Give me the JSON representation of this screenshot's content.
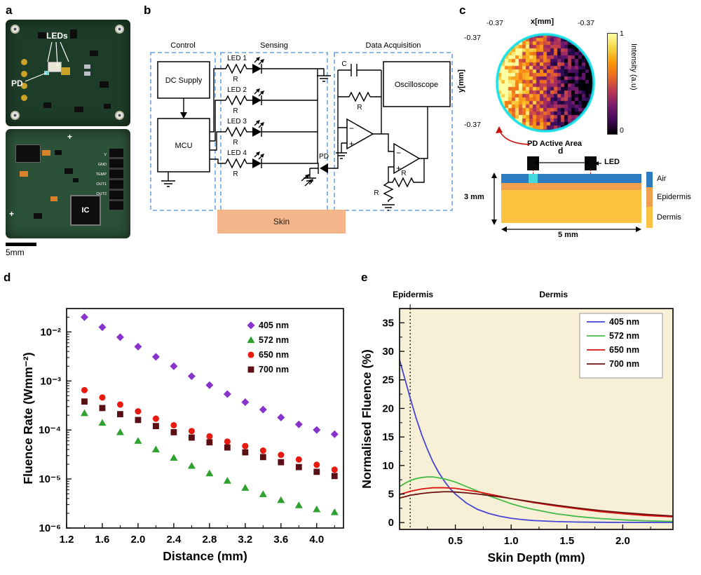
{
  "panel_letters": {
    "a": "a",
    "b": "b",
    "c": "c",
    "d": "d",
    "e": "e"
  },
  "panel_a": {
    "leds_label": "LEDs",
    "pd_label": "PD",
    "ic_label": "IC",
    "scale_label": "5mm",
    "plus_top": "+",
    "plus_bottom": "+",
    "pins": [
      "V",
      "GND",
      "TEMP",
      "OUT1",
      "OUT2"
    ]
  },
  "panel_b": {
    "control": "Control",
    "sensing": "Sensing",
    "daq": "Data Acquisition",
    "dc_supply": "DC Supply",
    "mcu": "MCU",
    "oscilloscope": "Oscilloscope",
    "leds": [
      "LED 1",
      "LED 2",
      "LED 3",
      "LED 4"
    ],
    "r": "R",
    "c": "C",
    "pd": "PD",
    "skin": "Skin",
    "minus": "−",
    "plus": "+"
  },
  "panel_c": {
    "x_axis_label": "x[mm]",
    "y_axis_label": "y[mm]",
    "x_left": "-0.37",
    "x_right": "-0.37",
    "y_top": "-0.37",
    "y_bottom": "-0.37",
    "colorbar_label": "Intensity (a.u)",
    "cb_max": "1",
    "cb_min": "0",
    "pd_area_label": "PD Active Area",
    "d_label": "d",
    "led_label": "LED",
    "height_label": "3 mm",
    "width_label": "5 mm",
    "legend": [
      "Air",
      "Epidermis",
      "Dermis"
    ],
    "legend_colors": [
      "#2d7cc1",
      "#f09f4e",
      "#fbc33f"
    ]
  },
  "chart_data": [
    {
      "id": "chart-d",
      "panel": "d",
      "type": "scatter",
      "xlabel": "Distance (mm)",
      "ylabel": "Fluence Rate (Wmm⁻²)",
      "xlim": [
        1.2,
        4.3
      ],
      "ylim": [
        1e-06,
        0.03
      ],
      "yscale": "log",
      "xticks": [
        1.2,
        1.6,
        2.0,
        2.4,
        2.8,
        3.2,
        3.6,
        4.0
      ],
      "ytick_values": [
        1e-06,
        1e-05,
        0.0001,
        0.001,
        0.01
      ],
      "ytick_labels": [
        "10⁻⁶",
        "10⁻⁵",
        "10⁻⁴",
        "10⁻³",
        "10⁻²"
      ],
      "grid": false,
      "legend_position": "top-right",
      "series": [
        {
          "name": "405 nm",
          "color": "#8833cc",
          "marker": "diamond",
          "x": [
            1.4,
            1.6,
            1.8,
            2.0,
            2.2,
            2.4,
            2.6,
            2.8,
            3.0,
            3.2,
            3.4,
            3.6,
            3.8,
            4.0,
            4.2
          ],
          "y": [
            0.02,
            0.0125,
            0.0078,
            0.005,
            0.0031,
            0.002,
            0.00125,
            0.00082,
            0.00054,
            0.00037,
            0.00026,
            0.00018,
            0.00013,
            0.0001,
            8.2e-05
          ]
        },
        {
          "name": "572 nm",
          "color": "#2fa12f",
          "marker": "triangle",
          "x": [
            1.4,
            1.6,
            1.8,
            2.0,
            2.2,
            2.4,
            2.6,
            2.8,
            3.0,
            3.2,
            3.4,
            3.6,
            3.8,
            4.0,
            4.2
          ],
          "y": [
            0.00022,
            0.00014,
            9e-05,
            6e-05,
            4e-05,
            2.7e-05,
            1.85e-05,
            1.3e-05,
            9.2e-06,
            6.6e-06,
            4.9e-06,
            3.7e-06,
            2.9e-06,
            2.4e-06,
            2.1e-06
          ]
        },
        {
          "name": "650 nm",
          "color": "#e8190f",
          "marker": "circle",
          "x": [
            1.4,
            1.6,
            1.8,
            2.0,
            2.2,
            2.4,
            2.6,
            2.8,
            3.0,
            3.2,
            3.4,
            3.6,
            3.8,
            4.0,
            4.2
          ],
          "y": [
            0.00065,
            0.00046,
            0.00033,
            0.00024,
            0.00017,
            0.000125,
            9.5e-05,
            7.4e-05,
            5.8e-05,
            4.7e-05,
            3.8e-05,
            3.1e-05,
            2.5e-05,
            1.95e-05,
            1.55e-05
          ]
        },
        {
          "name": "700 nm",
          "color": "#5a0f14",
          "marker": "square",
          "x": [
            1.4,
            1.6,
            1.8,
            2.0,
            2.2,
            2.4,
            2.6,
            2.8,
            3.0,
            3.2,
            3.4,
            3.6,
            3.8,
            4.0,
            4.2
          ],
          "y": [
            0.00038,
            0.00028,
            0.00021,
            0.00016,
            0.00012,
            9e-05,
            7e-05,
            5.6e-05,
            4.4e-05,
            3.5e-05,
            2.8e-05,
            2.2e-05,
            1.75e-05,
            1.4e-05,
            1.15e-05
          ]
        }
      ]
    },
    {
      "id": "chart-e",
      "panel": "e",
      "type": "line",
      "xlabel": "Skin Depth (mm)",
      "ylabel": "Normalised Fluence (%)",
      "xlim": [
        0,
        2.45
      ],
      "ylim": [
        -1.2,
        37.5
      ],
      "xticks": [
        0.5,
        1.0,
        1.5,
        2.0
      ],
      "yticks": [
        0,
        5,
        10,
        15,
        20,
        25,
        30,
        35
      ],
      "plot_bg": "#f8efd7",
      "boundary_x": 0.095,
      "top_labels": [
        {
          "text": "Epidermis",
          "x": 0.12
        },
        {
          "text": "Dermis",
          "x": 1.38
        }
      ],
      "grid": false,
      "legend_position": "top-right",
      "series": [
        {
          "name": "405 nm",
          "color": "#4545d5",
          "marker": "line",
          "x": [
            0,
            0.05,
            0.1,
            0.15,
            0.2,
            0.25,
            0.3,
            0.35,
            0.4,
            0.45,
            0.5,
            0.6,
            0.7,
            0.8,
            0.9,
            1.0,
            1.1,
            1.2,
            1.4,
            1.6,
            1.8,
            2.0,
            2.2,
            2.45
          ],
          "y": [
            28.5,
            25.0,
            21.5,
            18.2,
            15.3,
            12.8,
            10.6,
            8.8,
            7.3,
            6.0,
            5.0,
            3.4,
            2.3,
            1.6,
            1.1,
            0.75,
            0.52,
            0.36,
            0.18,
            0.09,
            0.05,
            0.03,
            0.02,
            0.01
          ]
        },
        {
          "name": "572 nm",
          "color": "#44bb44",
          "marker": "line",
          "x": [
            0,
            0.05,
            0.1,
            0.15,
            0.2,
            0.25,
            0.3,
            0.35,
            0.4,
            0.45,
            0.5,
            0.6,
            0.7,
            0.8,
            0.9,
            1.0,
            1.1,
            1.2,
            1.4,
            1.6,
            1.8,
            2.0,
            2.2,
            2.45
          ],
          "y": [
            6.3,
            6.9,
            7.4,
            7.7,
            7.9,
            8.0,
            8.0,
            7.85,
            7.65,
            7.4,
            7.1,
            6.3,
            5.5,
            4.7,
            4.0,
            3.3,
            2.75,
            2.3,
            1.55,
            1.05,
            0.7,
            0.47,
            0.32,
            0.2
          ]
        },
        {
          "name": "650 nm",
          "color": "#dd1111",
          "marker": "line",
          "x": [
            0,
            0.05,
            0.1,
            0.15,
            0.2,
            0.25,
            0.3,
            0.35,
            0.4,
            0.45,
            0.5,
            0.6,
            0.7,
            0.8,
            0.9,
            1.0,
            1.1,
            1.2,
            1.4,
            1.6,
            1.8,
            2.0,
            2.2,
            2.45
          ],
          "y": [
            4.9,
            5.2,
            5.5,
            5.7,
            5.9,
            6.0,
            6.1,
            6.1,
            6.1,
            6.05,
            6.0,
            5.7,
            5.4,
            5.0,
            4.6,
            4.2,
            3.85,
            3.5,
            2.9,
            2.4,
            1.9,
            1.55,
            1.25,
            1.0
          ]
        },
        {
          "name": "700 nm",
          "color": "#6b1111",
          "marker": "line",
          "x": [
            0,
            0.05,
            0.1,
            0.15,
            0.2,
            0.25,
            0.3,
            0.35,
            0.4,
            0.45,
            0.5,
            0.6,
            0.7,
            0.8,
            0.9,
            1.0,
            1.1,
            1.2,
            1.4,
            1.6,
            1.8,
            2.0,
            2.2,
            2.45
          ],
          "y": [
            4.3,
            4.55,
            4.8,
            4.95,
            5.1,
            5.2,
            5.3,
            5.35,
            5.4,
            5.4,
            5.35,
            5.2,
            5.0,
            4.75,
            4.5,
            4.2,
            3.9,
            3.6,
            3.05,
            2.55,
            2.1,
            1.75,
            1.45,
            1.15
          ]
        }
      ]
    }
  ]
}
